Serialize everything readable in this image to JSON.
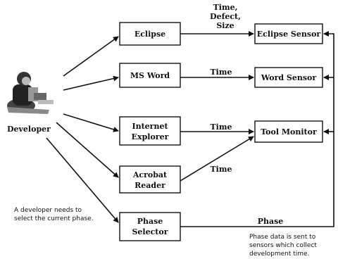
{
  "developer": {
    "label": "Developer"
  },
  "tools": [
    {
      "id": "eclipse",
      "lines": [
        "Eclipse"
      ]
    },
    {
      "id": "msword",
      "lines": [
        "MS Word"
      ]
    },
    {
      "id": "ie",
      "lines": [
        "Internet",
        "Explorer"
      ]
    },
    {
      "id": "acrobat",
      "lines": [
        "Acrobat",
        "Reader"
      ]
    },
    {
      "id": "phase",
      "lines": [
        "Phase",
        "Selector"
      ]
    }
  ],
  "sensors": [
    {
      "id": "eclipse-sensor",
      "label": "Eclipse Sensor"
    },
    {
      "id": "word-sensor",
      "label": "Word Sensor"
    },
    {
      "id": "tool-monitor",
      "label": "Tool Monitor"
    }
  ],
  "edge_labels": {
    "eclipse": [
      "Time,",
      "Defect,",
      "Size"
    ],
    "msword": "Time",
    "ie": "Time",
    "acrobat": "Time",
    "phase": "Phase"
  },
  "notes": {
    "developer": [
      "A developer needs to",
      "select the current phase."
    ],
    "phase": [
      "Phase data is sent to",
      "sensors which collect",
      "development time."
    ]
  }
}
